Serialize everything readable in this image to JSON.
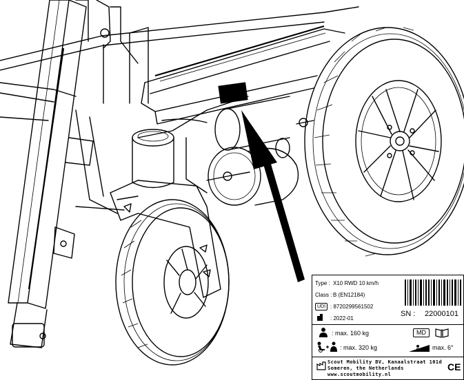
{
  "label": {
    "type_label": "Type :",
    "type_value": "X10 RWD  10 km/h",
    "class_label": "Class :",
    "class_value": "B  (EN12184)",
    "udi_label": "UDI",
    "udi_value": ":  8720299561502",
    "date_value": ":  2022-01",
    "sn_label": "SN :",
    "sn_value": "22000101",
    "weight_user": ":  max. 160 kg",
    "md_mark": "MD",
    "weight_total": ":  max. 320 kg",
    "slope": "max. 6°",
    "manufacturer_line1": "Scout Mobility BV, Kanaalstraat 101d",
    "manufacturer_line2": "Someren, the Netherlands",
    "manufacturer_line3": "www.scoutmobility.nl",
    "ce_mark": "CE"
  }
}
